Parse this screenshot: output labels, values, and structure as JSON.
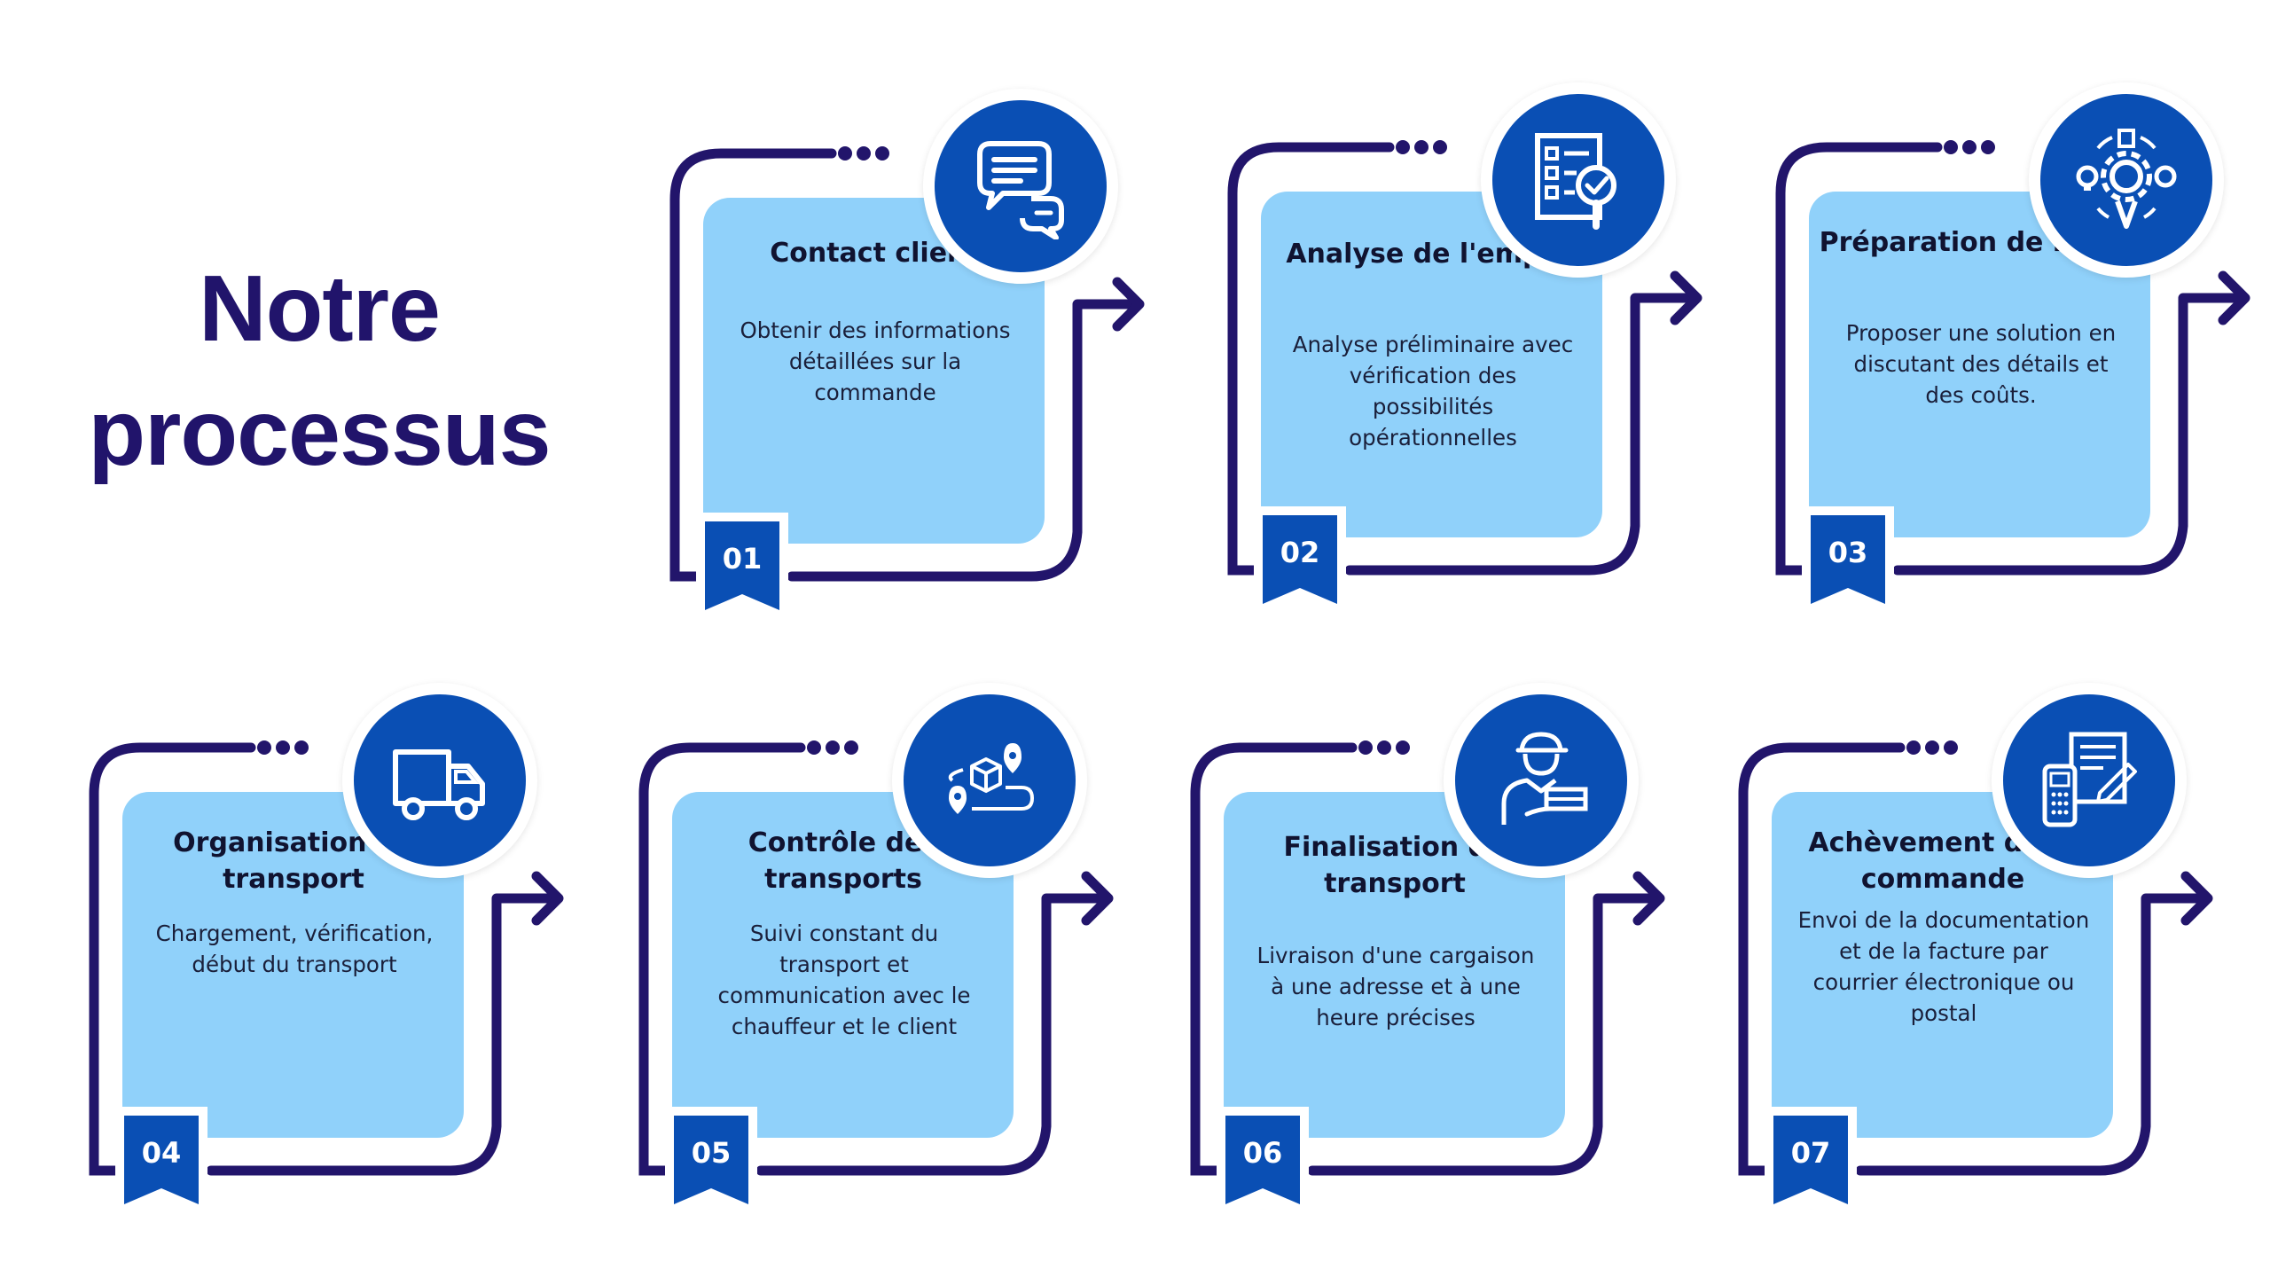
{
  "title_line1": "Notre",
  "title_line2": "processus",
  "colors": {
    "frame": "#22156b",
    "card": "#90d1fa",
    "icon_disc": "#0a4fb4",
    "badge": "#0a4fb4",
    "title": "#21146b"
  },
  "steps": [
    {
      "number": "01",
      "title": "Contact client",
      "description": "Obtenir des informations détaillées sur la commande",
      "icon": "chat-bubbles-icon"
    },
    {
      "number": "02",
      "title": "Analyse de l'emploi",
      "description": "Analyse préliminaire avec vérification des possibilités opérationnelles",
      "icon": "checklist-magnifier-icon"
    },
    {
      "number": "03",
      "title": "Préparation de l'offre",
      "description": "Proposer une solution en discutant des détails et des coûts.",
      "icon": "gear-ideas-icon"
    },
    {
      "number": "04",
      "title": "Organisation du transport",
      "description": "Chargement, vérification, début du transport",
      "icon": "delivery-truck-icon"
    },
    {
      "number": "05",
      "title": "Contrôle des transports",
      "description": "Suivi constant du transport et communication avec le chauffeur et le client",
      "icon": "package-route-icon"
    },
    {
      "number": "06",
      "title": "Finalisation du transport",
      "description": "Livraison d'une cargaison à une adresse et à une heure précises",
      "icon": "delivery-person-icon"
    },
    {
      "number": "07",
      "title": "Achèvement de la commande",
      "description": "Envoi de la documentation et de la facture par courrier électronique ou postal",
      "icon": "invoice-payment-icon"
    }
  ]
}
